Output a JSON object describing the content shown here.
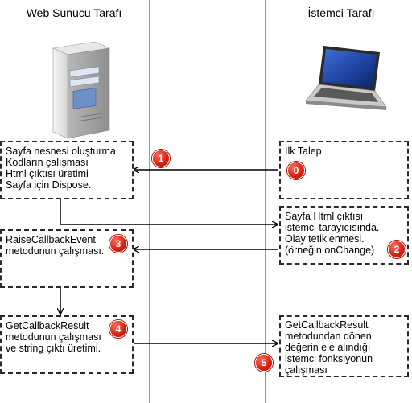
{
  "titles": {
    "server": "Web Sunucu Tarafı",
    "client": "İstemci Tarafı"
  },
  "icons": {
    "server": "server-tower-icon",
    "client": "laptop-icon"
  },
  "boxes": {
    "b0": {
      "lines": [
        "İlk Talep"
      ],
      "step": "0"
    },
    "b1": {
      "lines": [
        "Sayfa nesnesi oluşturma",
        "Kodların çalışması",
        "Html çıktısı üretimi",
        "Sayfa için Dispose."
      ],
      "step": "1"
    },
    "b2": {
      "lines": [
        "Sayfa Html çıktısı",
        "istemci tarayıcısında.",
        "Olay tetiklenmesi.",
        "(örneğin onChange)"
      ],
      "step": "2"
    },
    "b3": {
      "lines": [
        "RaiseCallbackEvent",
        "metodunun çalışması."
      ],
      "step": "3"
    },
    "b4": {
      "lines": [
        "GetCallbackResult",
        "metodunun çalışması",
        "ve string çıktı üretimi."
      ],
      "step": "4"
    },
    "b5": {
      "lines": [
        "GetCallbackResult",
        "metodundan dönen",
        "değerin ele alındığı",
        "istemci fonksiyonun",
        "çalışması"
      ],
      "step": "5"
    }
  }
}
